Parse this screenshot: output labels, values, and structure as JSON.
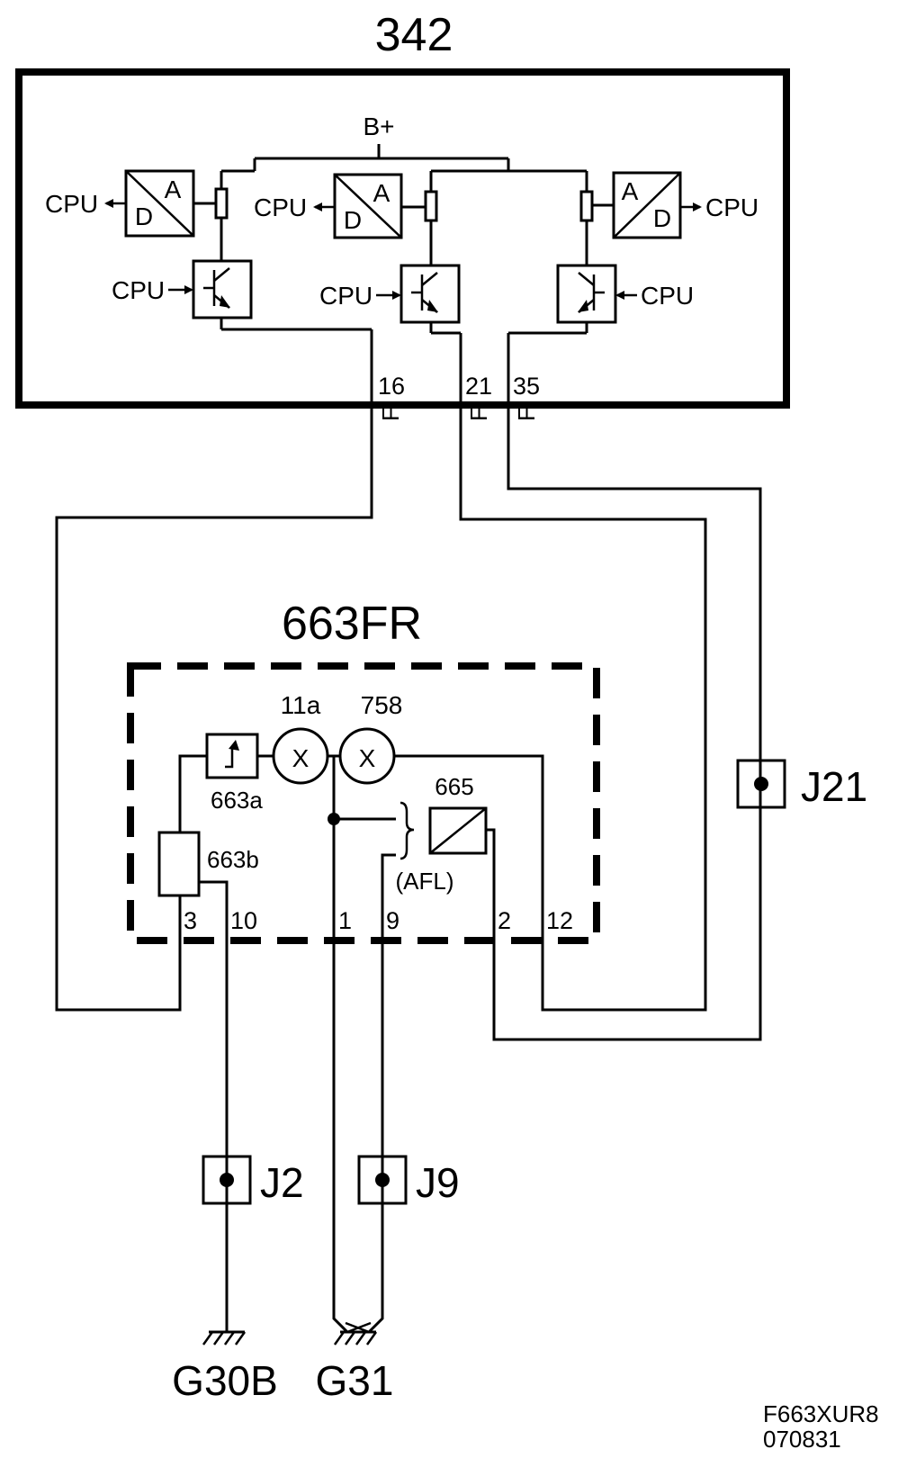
{
  "modules": {
    "ecu": {
      "id": "342",
      "supply": "B+",
      "cpu": "CPU",
      "ad_a": "A",
      "ad_d": "D"
    },
    "cluster": {
      "id": "663FR"
    }
  },
  "pins": {
    "ecu": [
      "16",
      "21",
      "35"
    ],
    "ecu_marker": "F",
    "cluster": [
      "3",
      "10",
      "1",
      "9",
      "2",
      "12"
    ]
  },
  "components": {
    "lamp_1": "11a",
    "lamp_2": "758",
    "lamp_symbol": "X",
    "sensor": "663a",
    "resistor": "663b",
    "indicator": "665",
    "afl": "(AFL)"
  },
  "splices": [
    "J21",
    "J2",
    "J9"
  ],
  "grounds": [
    "G30B",
    "G31"
  ],
  "drawing_code": [
    "F663XUR8",
    "070831"
  ]
}
